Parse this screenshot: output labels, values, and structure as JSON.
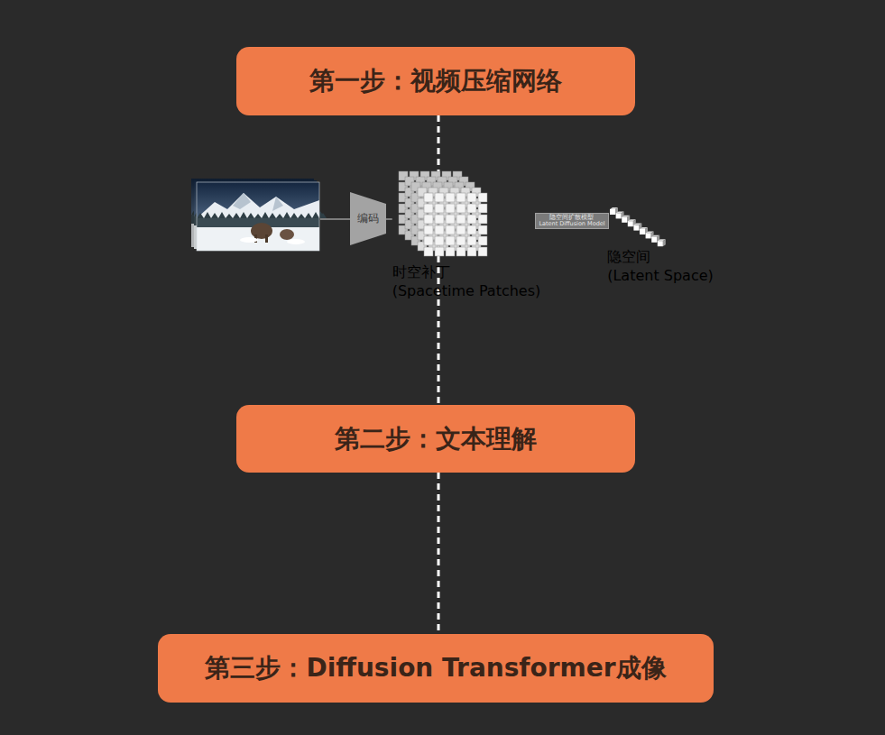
{
  "diagram": {
    "nodes": [
      {
        "text": [
          "第一步：视频压缩网络"
        ]
      },
      {
        "text": [
          "编码"
        ]
      },
      {
        "text": [
          "时空补丁",
          "(Spacetime Patches)"
        ]
      },
      {
        "text": [
          "隐空间扩散模型",
          "Latent Diffusion Model"
        ]
      },
      {
        "text": [
          "隐空间",
          "(Latent Space)"
        ]
      },
      {
        "text": [
          "第二步：文本理解"
        ]
      },
      {
        "text": [
          "第三步：Diffusion Transformer成像"
        ]
      }
    ],
    "edges": [
      {
        "from": 0,
        "to": 5,
        "arrow": "none"
      },
      {
        "from": 5,
        "to": 6,
        "arrow": "none"
      },
      {
        "from": 1,
        "to": 2,
        "arrow": "none"
      },
      {
        "from": 2,
        "to": 3,
        "arrow": "none"
      },
      {
        "from": 3,
        "to": 4,
        "arrow": "none"
      }
    ]
  }
}
